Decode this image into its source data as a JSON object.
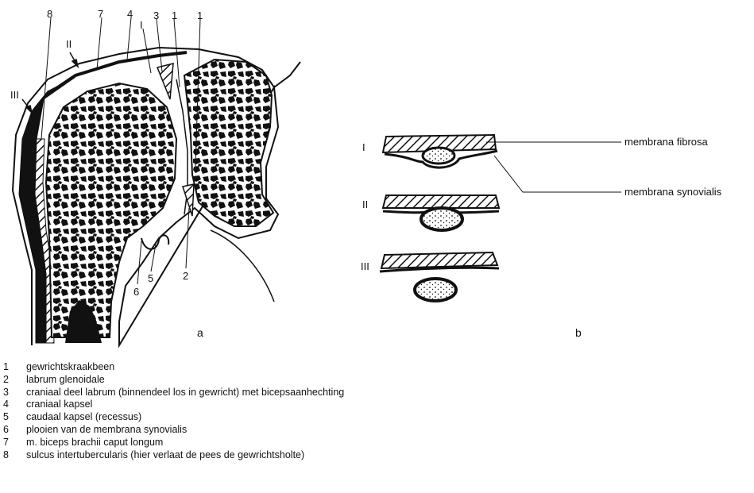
{
  "panel_a": {
    "label": "a",
    "number_labels": [
      "8",
      "7",
      "4",
      "3",
      "1",
      "1",
      "6",
      "5",
      "2"
    ],
    "roman_labels": [
      "II",
      "III",
      "I"
    ]
  },
  "panel_b": {
    "label": "b",
    "rows": [
      "I",
      "II",
      "III"
    ],
    "annotations": [
      "membrana fibrosa",
      "membrana synovialis"
    ]
  },
  "legend": [
    {
      "num": "1",
      "text": "gewrichtskraakbeen"
    },
    {
      "num": "2",
      "text": "labrum glenoidale"
    },
    {
      "num": "3",
      "text": "craniaal deel labrum (binnendeel los in gewricht) met bicepsaanhechting"
    },
    {
      "num": "4",
      "text": "craniaal kapsel"
    },
    {
      "num": "5",
      "text": "caudaal kapsel (recessus)"
    },
    {
      "num": "6",
      "text": "plooien van de membrana synovialis"
    },
    {
      "num": "7",
      "text": "m. biceps brachii caput longum"
    },
    {
      "num": "8",
      "text": "sulcus intertubercularis (hier verlaat de pees de gewrichtsholte)"
    }
  ]
}
